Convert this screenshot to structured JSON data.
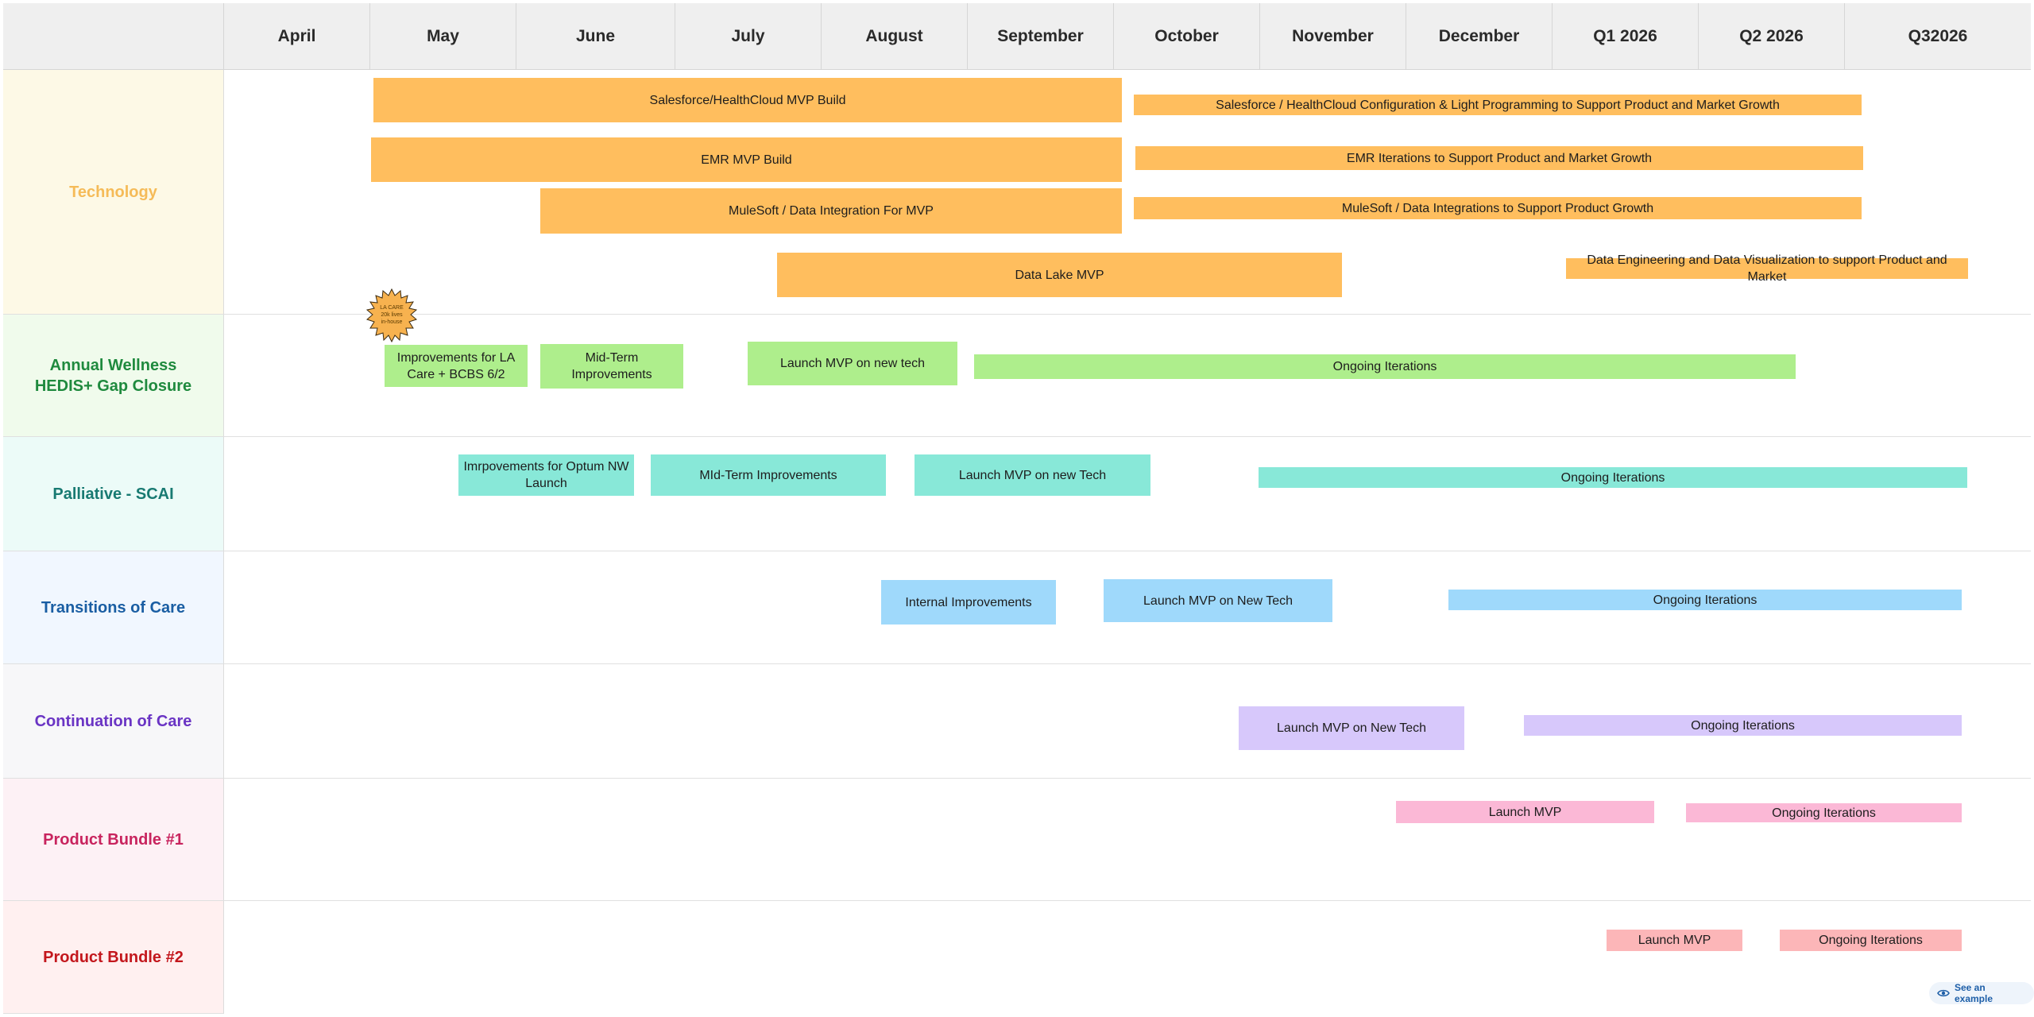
{
  "months": [
    "April",
    "May",
    "June",
    "July",
    "August",
    "September",
    "October",
    "November",
    "December",
    "Q1 2026",
    "Q2 2026",
    "Q32026"
  ],
  "lanes": [
    {
      "label": "Technology",
      "color": "#f5bb58",
      "bg": "#fdf9e6"
    },
    {
      "label": "Annual Wellness HEDIS+ Gap Closure",
      "color": "#1f8a3e",
      "bg": "#f0fbec"
    },
    {
      "label": "Palliative - SCAI",
      "color": "#187a72",
      "bg": "#ecfbf8"
    },
    {
      "label": "Transitions of Care",
      "color": "#1a5ea3",
      "bg": "#f1f7ff"
    },
    {
      "label": "Continuation of Care",
      "color": "#6a34c4",
      "bg": "#f7f7f9"
    },
    {
      "label": "Product Bundle #1",
      "color": "#c8245e",
      "bg": "#fdf1f5"
    },
    {
      "label": "Product Bundle #2",
      "color": "#c3171d",
      "bg": "#fff0f0"
    }
  ],
  "technology": {
    "salesforce_mvp": "Salesforce/HealthCloud MVP Build",
    "salesforce_config": "Salesforce / HealthCloud Configuration & Light Programming to Support Product and Market Growth",
    "emr_mvp": "EMR MVP Build",
    "emr_iterations": "EMR Iterations to Support Product and Market Growth",
    "mulesoft_mvp": "MuleSoft / Data Integration For MVP",
    "mulesoft_growth": "MuleSoft / Data Integrations to Support Product Growth",
    "data_lake": "Data Lake  MVP",
    "data_engineering": "Data Engineering and Data Visualization to support Product and Market"
  },
  "badge": {
    "line1": "LA CARE",
    "line2": "20k lives",
    "line3": "in-house",
    "color": "#f7b24f"
  },
  "wellness": {
    "improvements": "Improvements for LA Care + BCBS 6/2",
    "mid_term": "Mid-Term Improvements",
    "launch": "Launch MVP on new tech",
    "ongoing": "Ongoing Iterations"
  },
  "palliative": {
    "improvements": "Imrpovements for Optum NW Launch",
    "mid_term": "MId-Term Improvements",
    "launch": "Launch MVP on new Tech",
    "ongoing": "Ongoing Iterations"
  },
  "transitions": {
    "internal": "Internal Improvements",
    "launch": "Launch MVP on New Tech",
    "ongoing": "Ongoing Iterations"
  },
  "continuation": {
    "launch": "Launch MVP on New Tech",
    "ongoing": "Ongoing Iterations"
  },
  "bundle1": {
    "launch": "Launch MVP",
    "ongoing": "Ongoing Iterations"
  },
  "bundle2": {
    "launch": "Launch MVP",
    "ongoing": "Ongoing Iterations"
  },
  "footer": {
    "see_example": "See an example",
    "icon": "eye-icon"
  }
}
